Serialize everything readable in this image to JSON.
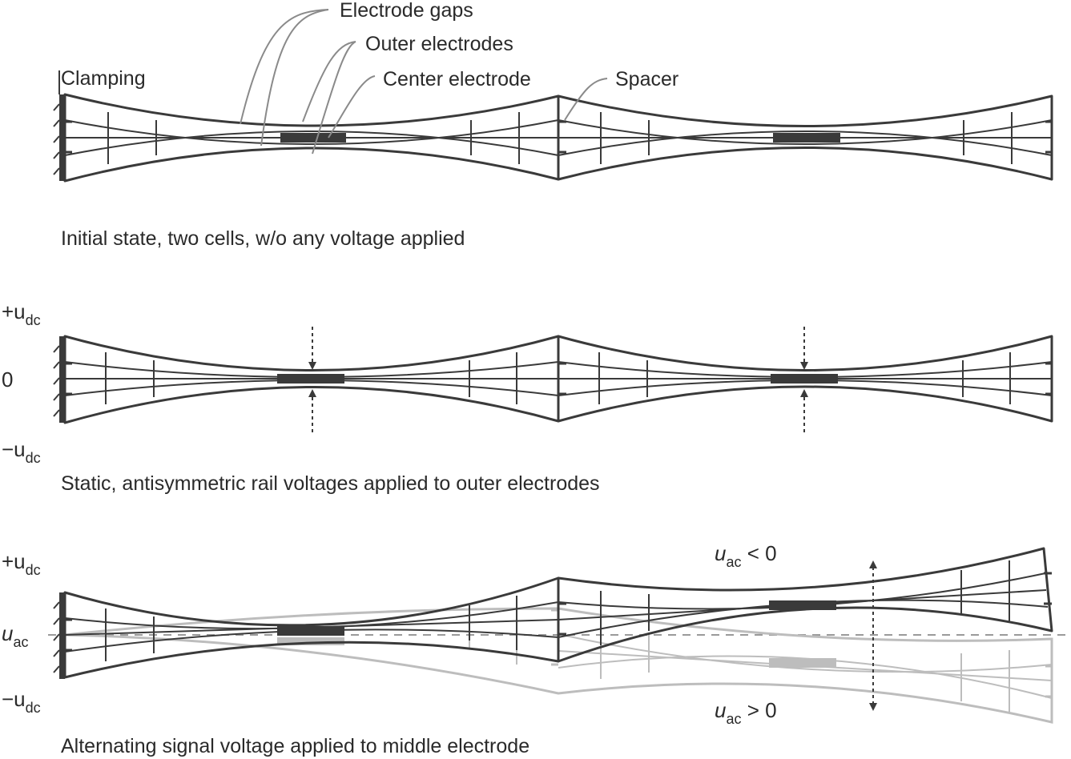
{
  "labels": {
    "electrode_gaps": "Electrode gaps",
    "outer_electrodes": "Outer electrodes",
    "center_electrode": "Center electrode",
    "spacer": "Spacer",
    "clamping": "Clamping"
  },
  "panels": [
    {
      "caption": "Initial state, two cells, w/o any voltage applied"
    },
    {
      "caption": "Static, antisymmetric rail voltages applied to outer electrodes",
      "rail_top": {
        "main": "+u",
        "sub": "dc"
      },
      "rail_mid": {
        "main": "0"
      },
      "rail_bottom": {
        "main": "−u",
        "sub": "dc"
      }
    },
    {
      "caption": "Alternating signal voltage applied to middle electrode",
      "rail_top": {
        "main": "+u",
        "sub": "dc"
      },
      "rail_mid": {
        "main": "u",
        "sub": "ac"
      },
      "rail_bottom": {
        "main": "−u",
        "sub": "dc"
      },
      "state_negative": {
        "main": "u",
        "sub": "ac",
        "rest": " < 0"
      },
      "state_positive": {
        "main": "u",
        "sub": "ac",
        "rest": " > 0"
      }
    }
  ],
  "colors": {
    "structure": "#3a3a3a",
    "ghost": "#bdbdbd",
    "leader": "#8a8a8a"
  }
}
